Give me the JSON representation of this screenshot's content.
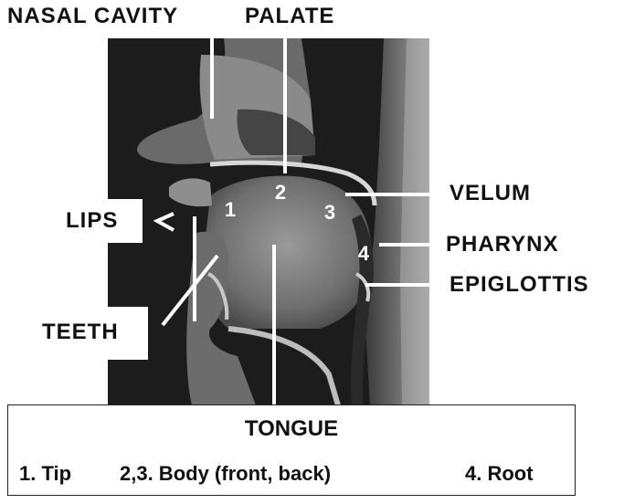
{
  "labels": {
    "nasal_cavity": "NASAL CAVITY",
    "palate": "PALATE",
    "velum": "VELUM",
    "lips": "LIPS",
    "pharynx": "PHARYNX",
    "epiglottis": "EPIGLOTTIS",
    "teeth": "TEETH"
  },
  "region_numbers": [
    "1",
    "2",
    "3",
    "4"
  ],
  "legend": {
    "title": "TONGUE",
    "items": [
      "1. Tip",
      "2,3. Body (front, back)",
      "4. Root"
    ]
  },
  "colors": {
    "scan_dark": "#1e1e1e",
    "scan_tissue": "#7a7a7a",
    "leader_line": "#ffffff",
    "label_text": "#111111"
  }
}
